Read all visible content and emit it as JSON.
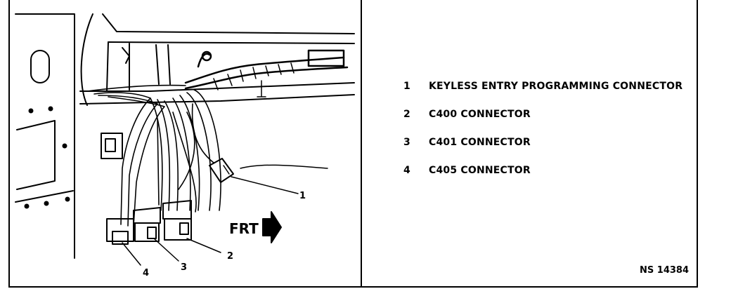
{
  "legend": [
    {
      "num": "1",
      "label": "KEYLESS ENTRY PROGRAMMING CONNECTOR"
    },
    {
      "num": "2",
      "label": "C400 CONNECTOR"
    },
    {
      "num": "3",
      "label": "C401 CONNECTOR"
    },
    {
      "num": "4",
      "label": "C405 CONNECTOR"
    }
  ],
  "callouts": {
    "c1": "1",
    "c2": "2",
    "c3": "3",
    "c4": "4"
  },
  "frt_label": "FRT",
  "figure_id": "NS 14384"
}
